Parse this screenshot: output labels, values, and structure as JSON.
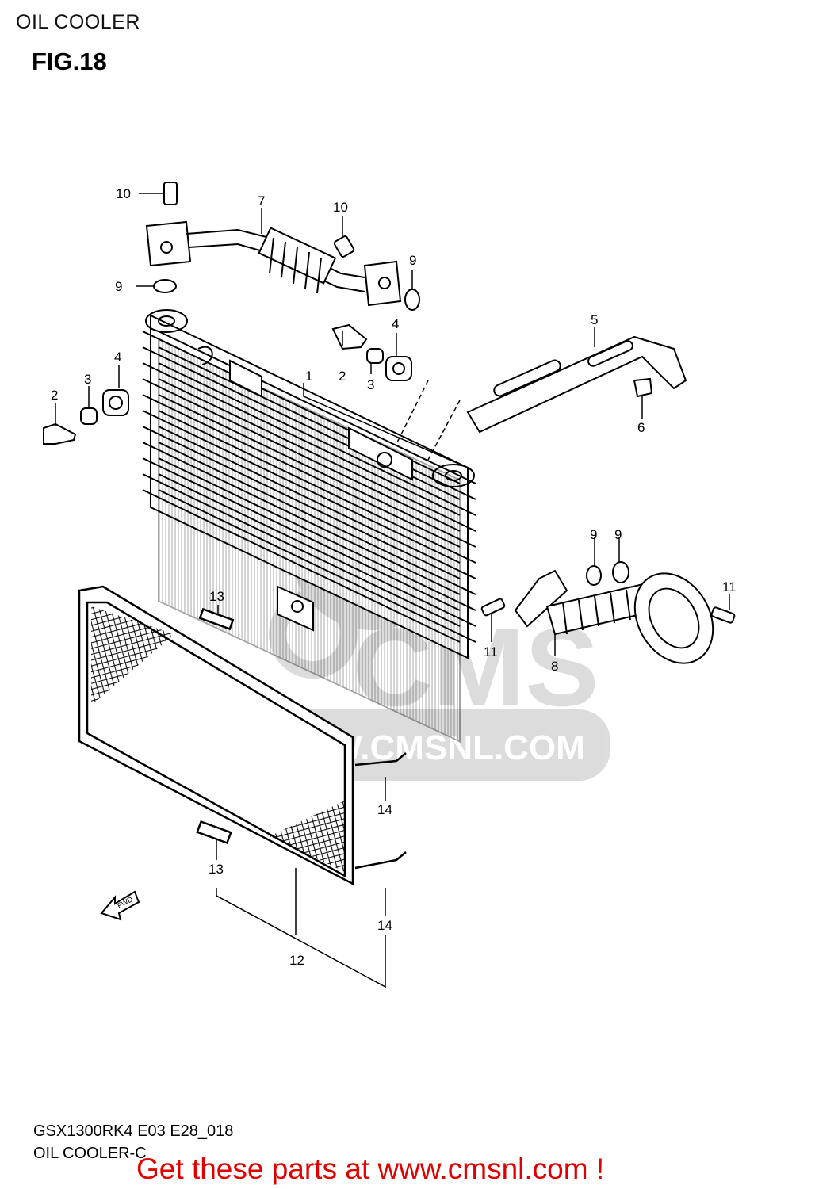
{
  "header": {
    "title": "OIL COOLER",
    "figure": "FIG.18"
  },
  "callouts": [
    "1",
    "2",
    "2",
    "3",
    "3",
    "4",
    "4",
    "5",
    "6",
    "7",
    "8",
    "9",
    "9",
    "9",
    "9",
    "10",
    "10",
    "11",
    "11",
    "12",
    "13",
    "13",
    "14",
    "14"
  ],
  "watermark": {
    "brand": "CMS",
    "url": "WWW.CMSNL.COM"
  },
  "fwd_arrow": "FWD",
  "footer": {
    "model_code": "GSX1300RK4 E03 E28_018",
    "diagram_name": "OIL COOLER-C",
    "link": "Get these parts at www.cmsnl.com !"
  },
  "colors": {
    "line": "#000000",
    "watermark": "#d9d9d9",
    "link": "#e00000"
  }
}
